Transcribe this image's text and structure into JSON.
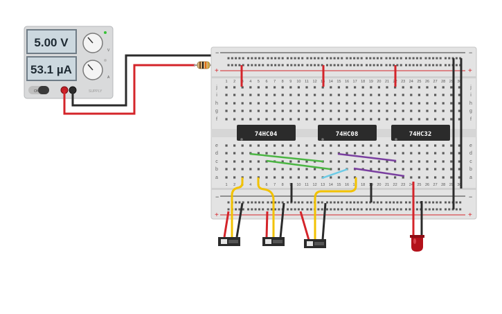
{
  "power_supply": {
    "voltage_display": "5.00 V",
    "current_display": "53.1 µA",
    "on_off_label": "ON",
    "brand_label": "SUPPLY",
    "knob_labels": [
      "V",
      "A"
    ]
  },
  "breadboard": {
    "row_letters_top": [
      "j",
      "i",
      "h",
      "g",
      "f"
    ],
    "row_letters_bottom": [
      "e",
      "d",
      "c",
      "b",
      "a"
    ],
    "column_numbers": [
      "1",
      "2",
      "3",
      "4",
      "5",
      "6",
      "7",
      "8",
      "9",
      "10",
      "11",
      "12",
      "13",
      "14",
      "15",
      "16",
      "17",
      "18",
      "19",
      "20",
      "21",
      "22",
      "23",
      "24",
      "25",
      "26",
      "27",
      "28",
      "29",
      "30"
    ],
    "rail_minus": "−",
    "rail_plus": "+"
  },
  "chips": [
    {
      "label": "74HC04"
    },
    {
      "label": "74HC08"
    },
    {
      "label": "74HC32"
    }
  ],
  "colors": {
    "wire_red": "#d4242a",
    "wire_black": "#2b2b2b",
    "wire_yellow": "#f2c200",
    "wire_green": "#4bb543",
    "wire_purple": "#7a3fa0",
    "wire_cyan": "#6ccbe6",
    "led_red": "#b3121b",
    "board": "#e3e3e3"
  }
}
